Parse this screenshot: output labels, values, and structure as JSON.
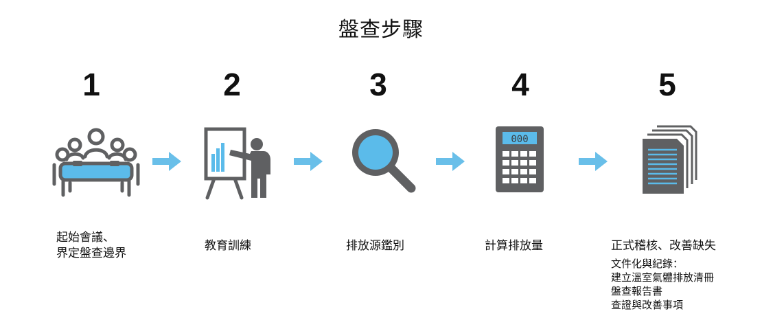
{
  "title": "盤查步驟",
  "steps": [
    {
      "number": "1",
      "label_lines": [
        "起始會議、",
        "界定盤查邊界"
      ],
      "icon": "meeting-icon"
    },
    {
      "number": "2",
      "label_lines": [
        "教育訓練"
      ],
      "icon": "presentation-icon"
    },
    {
      "number": "3",
      "label_lines": [
        "排放源鑑別"
      ],
      "icon": "magnifier-icon"
    },
    {
      "number": "4",
      "label_lines": [
        "計算排放量"
      ],
      "icon": "calculator-icon"
    },
    {
      "number": "5",
      "label_lines": [
        "正式稽核、改善缺失"
      ],
      "icon": "documents-icon",
      "details": [
        "文件化與紀錄：",
        "建立溫室氣體排放清冊",
        "盤查報告書",
        "查證與改善事項"
      ]
    }
  ],
  "calculator_display": "000",
  "colors": {
    "gray": "#5f6062",
    "blue": "#5bbbea",
    "arrow": "#69bfe9"
  }
}
